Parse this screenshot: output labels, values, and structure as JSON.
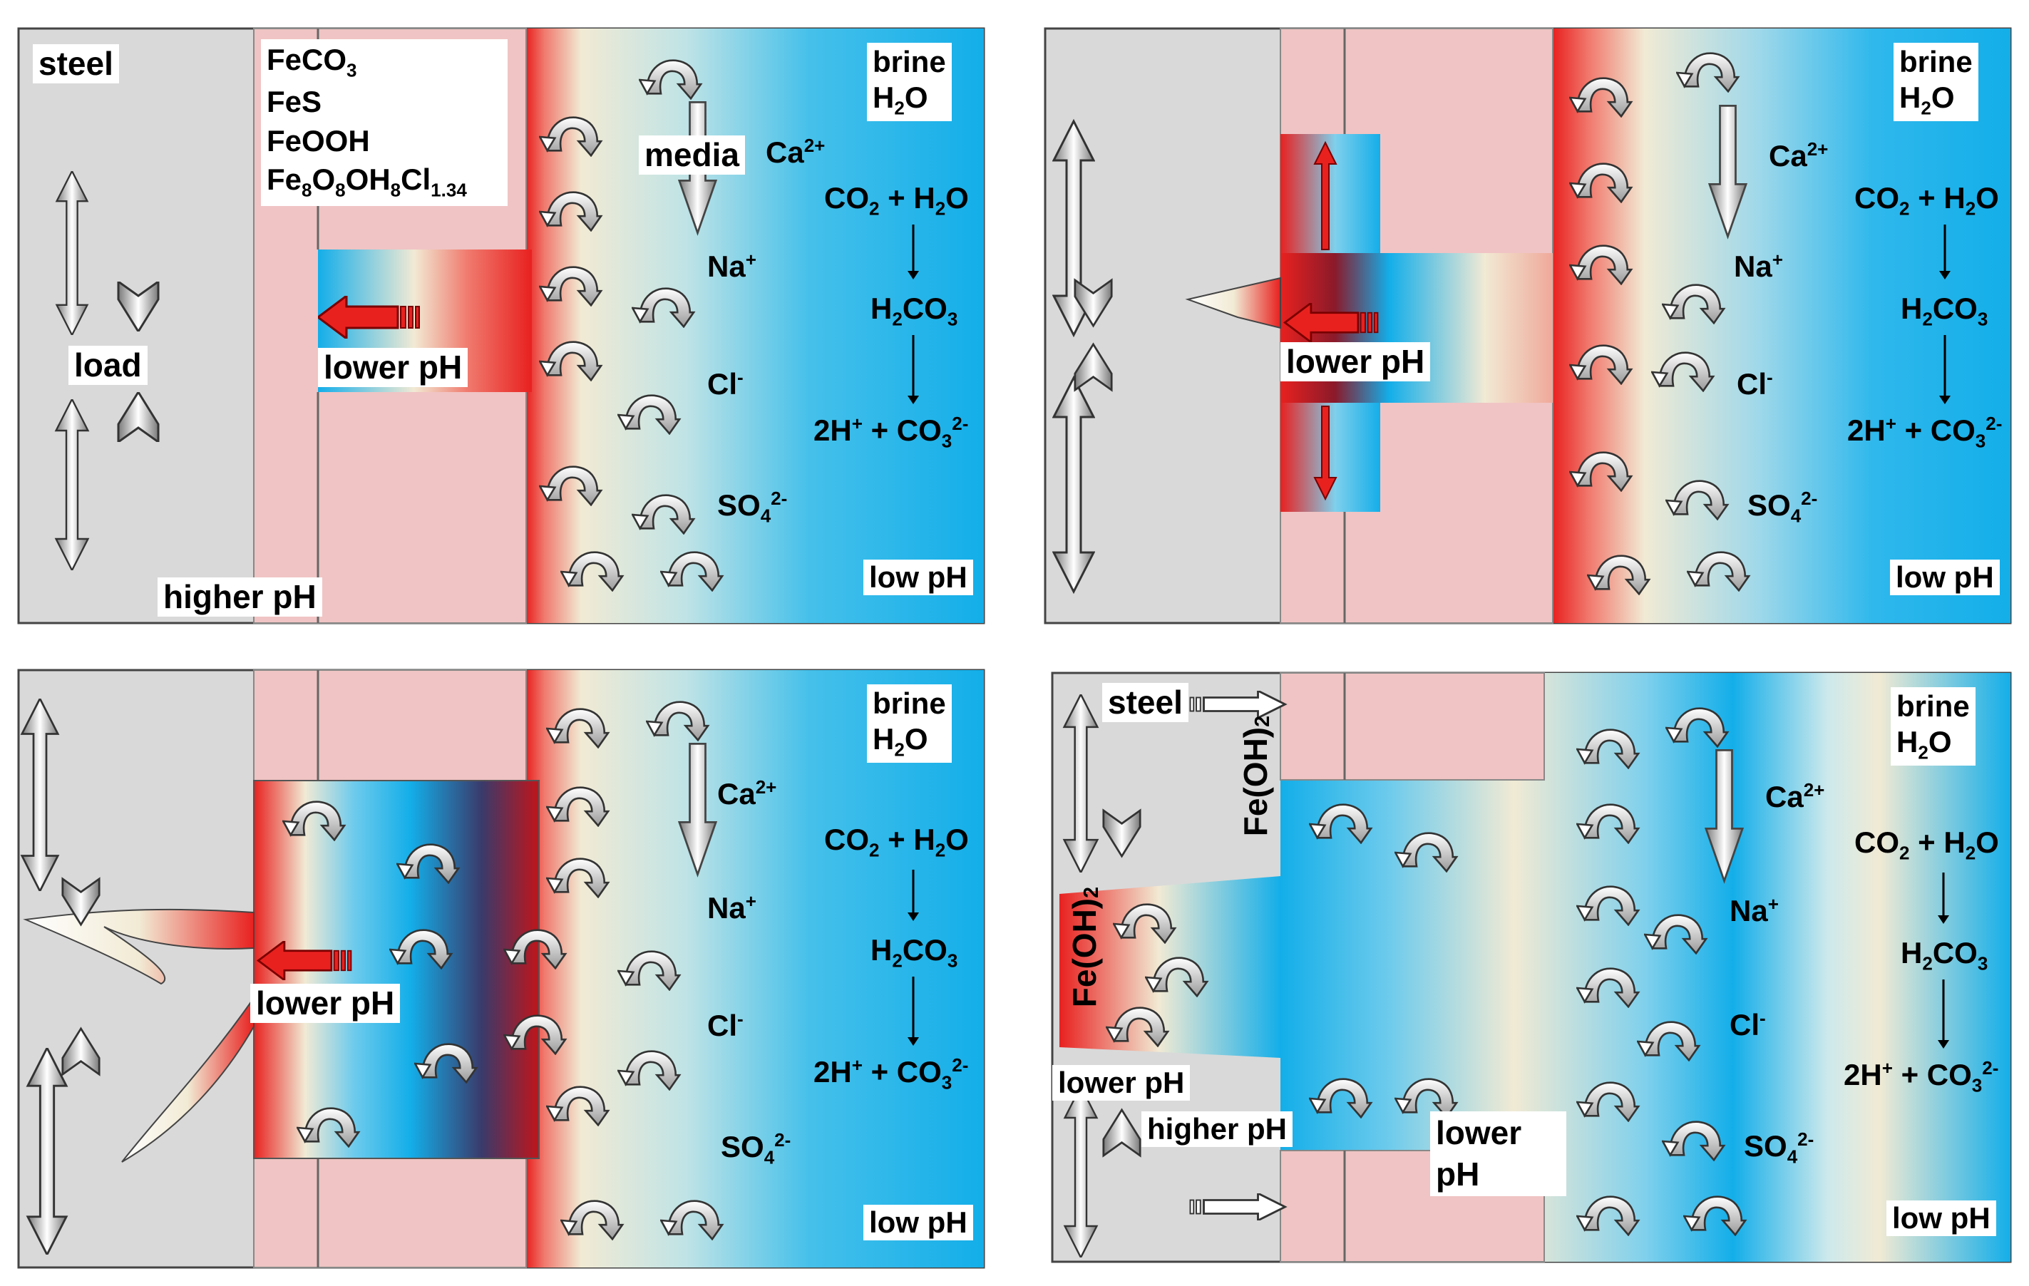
{
  "panels": {
    "p1": {
      "steel": "steel",
      "products": [
        "FeCO",
        "3",
        "FeS",
        "FeOOH",
        "Fe",
        "8",
        "O",
        "8",
        "OH",
        "8",
        "Cl",
        "1.34"
      ],
      "media": "media",
      "load": "load",
      "lower_ph": "lower pH",
      "higher_ph": "higher pH",
      "brine": "brine",
      "water": "H",
      "water_sub": "2",
      "water_o": "O",
      "ca": "Ca",
      "ca_sup": "2+",
      "na": "Na",
      "na_sup": "+",
      "cl": "Cl",
      "cl_sup": "-",
      "so4": "SO",
      "so4_sub": "4",
      "so4_sup": "2-",
      "low_ph": "low pH"
    },
    "p2": {
      "lower_ph": "lower pH",
      "brine": "brine",
      "ca": "Ca",
      "ca_sup": "2+",
      "na": "Na",
      "na_sup": "+",
      "cl": "Cl",
      "cl_sup": "-",
      "so4": "SO",
      "so4_sub": "4",
      "so4_sup": "2-",
      "low_ph": "low pH"
    },
    "p3": {
      "lower_ph": "lower pH",
      "brine": "brine",
      "ca": "Ca",
      "ca_sup": "2+",
      "na": "Na",
      "na_sup": "+",
      "cl": "Cl",
      "cl_sup": "-",
      "so4": "SO",
      "so4_sub": "4",
      "so4_sup": "2-",
      "low_ph": "low pH"
    },
    "p4": {
      "steel": "steel",
      "feoh2": "Fe(OH)",
      "feoh2_sub": "2",
      "lower_ph": "lower pH",
      "higher_ph": "higher pH",
      "lower": "lower",
      "ph": "pH",
      "brine": "brine",
      "ca": "Ca",
      "ca_sup": "2+",
      "na": "Na",
      "na_sup": "+",
      "cl": "Cl",
      "cl_sup": "-",
      "so4": "SO",
      "so4_sub": "4",
      "so4_sup": "2-",
      "low_ph": "low pH"
    }
  },
  "reaction": {
    "line1": "CO",
    "line1_sub": "2",
    "line1_rest": " + H",
    "line1_sub2": "2",
    "line1_o": "O",
    "line2": "H",
    "line2_sub": "2",
    "line2_rest": "CO",
    "line2_sub2": "3",
    "line3": "2H",
    "line3_sup": "+",
    "line3_rest": " + CO",
    "line3_sub": "3",
    "line3_sup2": "2-"
  },
  "colors": {
    "steel": "#d9d9d9",
    "coating": "#f0c4c4",
    "red": "#e8211f",
    "blue": "#13aee9",
    "cream": "#f1ead4",
    "dark_red": "#8a1a2a"
  }
}
